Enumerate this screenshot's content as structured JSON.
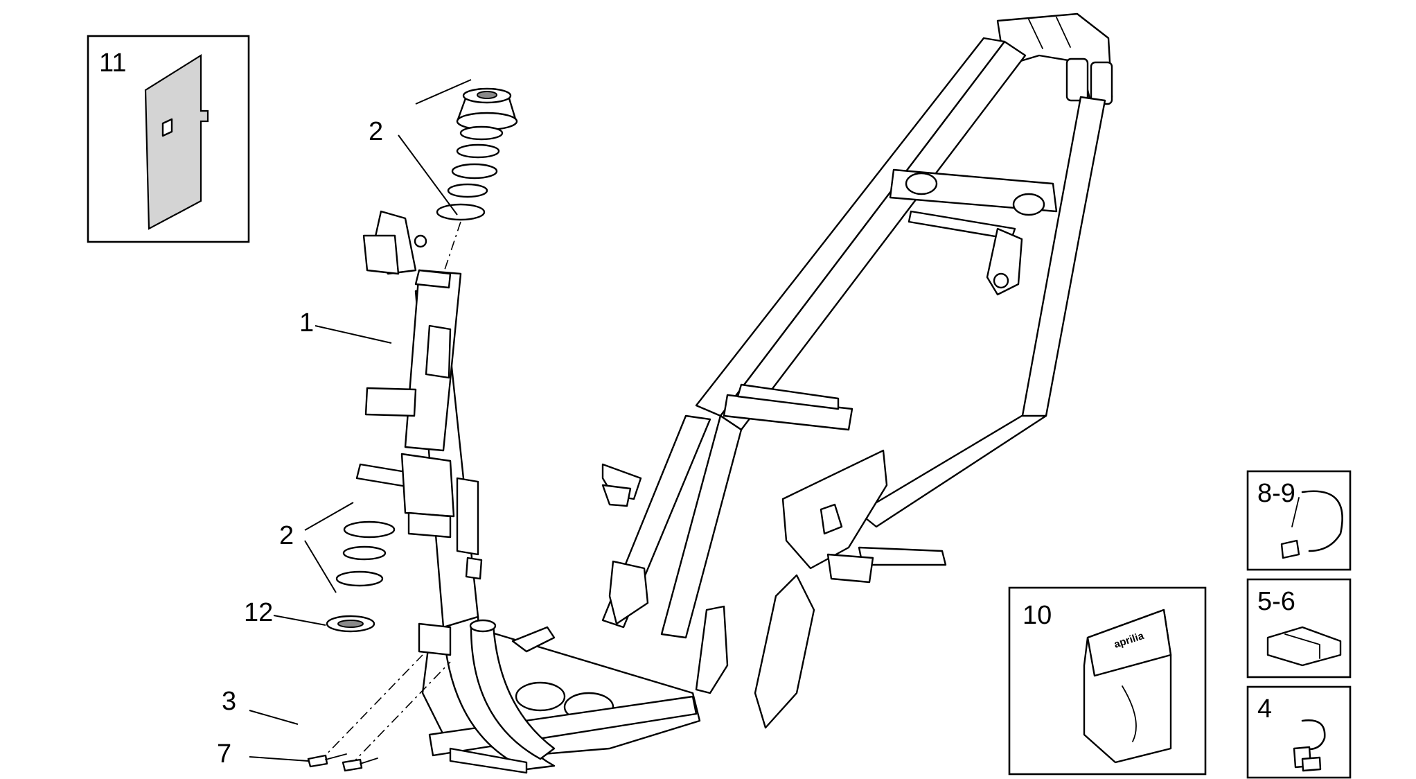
{
  "diagram": {
    "callouts": {
      "c1": "1",
      "c2_top": "2",
      "c2_bottom": "2",
      "c3": "3",
      "c4": "4",
      "c5_6": "5-6",
      "c7": "7",
      "c8_9": "8-9",
      "c10": "10",
      "c11": "11",
      "c12": "12"
    },
    "bag_logo": "aprilia"
  }
}
